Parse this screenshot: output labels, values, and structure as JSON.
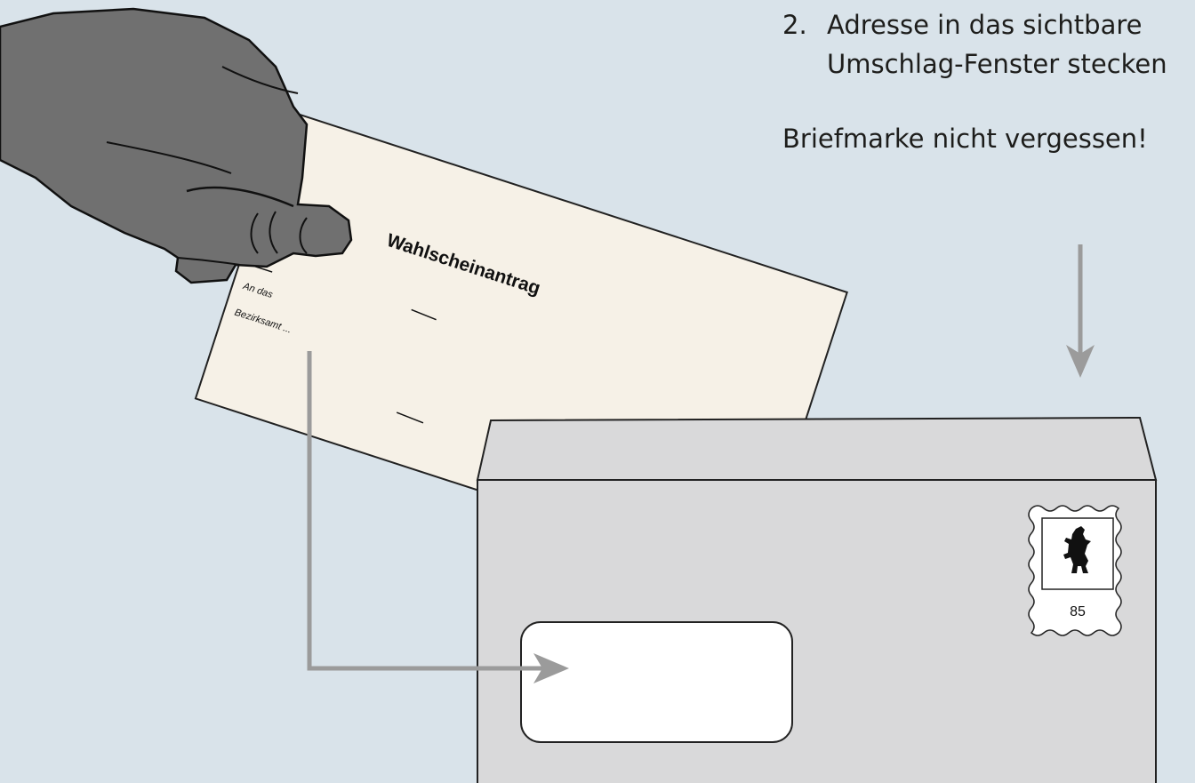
{
  "instructions": {
    "step_number": "2.",
    "step_line1": "Adresse in das sichtbare",
    "step_line2": "Umschlag-Fenster stecken",
    "reminder": "Briefmarke nicht vergessen!"
  },
  "card": {
    "title": "Wahlscheinantrag",
    "address_line1": "An das",
    "address_line2": "Bezirksamt ..."
  },
  "stamp": {
    "value": "85",
    "emblem": "berlin-bear-icon"
  },
  "colors": {
    "background": "#d9e3ea",
    "card": "#f6f1e7",
    "envelope": "#d9d9da",
    "arrow": "#9b9b9b",
    "hand": "#707070"
  }
}
